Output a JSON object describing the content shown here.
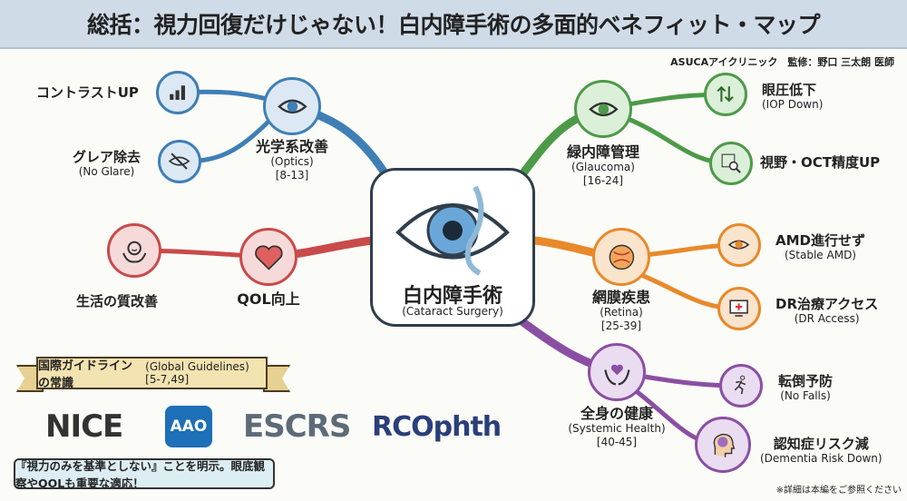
{
  "title": "総括：視力回復だけじゃない！白内障手術の多面的ベネフィット・マップ",
  "credit": "ASUCAアイクリニック　監修：野口 三太朗 医師",
  "center": {
    "jp": "白内障手術",
    "en": "(Cataract Surgery)"
  },
  "branches": {
    "optics": {
      "jp": "光学系改善",
      "en": "(Optics)",
      "ref": "[8-13]",
      "color": "#3f7fb5"
    },
    "qol": {
      "jp": "QOL向上",
      "color": "#c94a4a"
    },
    "glaucoma": {
      "jp": "緑内障管理",
      "en": "(Glaucoma)",
      "ref": "[16-24]",
      "color": "#4d9a48"
    },
    "retina": {
      "jp": "網膜疾患",
      "en": "(Retina)",
      "ref": "[25-39]",
      "color": "#e8892b"
    },
    "systemic": {
      "jp": "全身の健康",
      "en": "(Systemic Health)",
      "ref": "[40-45]",
      "color": "#8a4fa3"
    }
  },
  "leaves": {
    "contrast": {
      "jp": "コントラストUP"
    },
    "glare": {
      "jp": "グレア除去",
      "en": "(No Glare)"
    },
    "life": {
      "jp": "生活の質改善"
    },
    "iop": {
      "jp": "眼圧低下",
      "en": "(IOP Down)"
    },
    "field": {
      "jp": "視野・OCT精度UP"
    },
    "amd": {
      "jp": "AMD進行せず",
      "en": "(Stable AMD)"
    },
    "dr": {
      "jp": "DR治療アクセス",
      "en": "(DR Access)"
    },
    "falls": {
      "jp": "転倒予防",
      "en": "(No Falls)"
    },
    "dementia": {
      "jp": "認知症リスク減",
      "en": "(Dementia Risk Down)"
    }
  },
  "guidelines": {
    "jp": "国際ガイドラインの常識",
    "en": "(Global Guidelines) [5-7,49]",
    "logos": [
      "NICE",
      "AAO",
      "ESCRS",
      "RCOphth"
    ],
    "callout": "『視力のみを基準としない』ことを明示。眼底観察やQOLも重要な適応！"
  },
  "footnote": "※詳細は本編をご参照ください"
}
